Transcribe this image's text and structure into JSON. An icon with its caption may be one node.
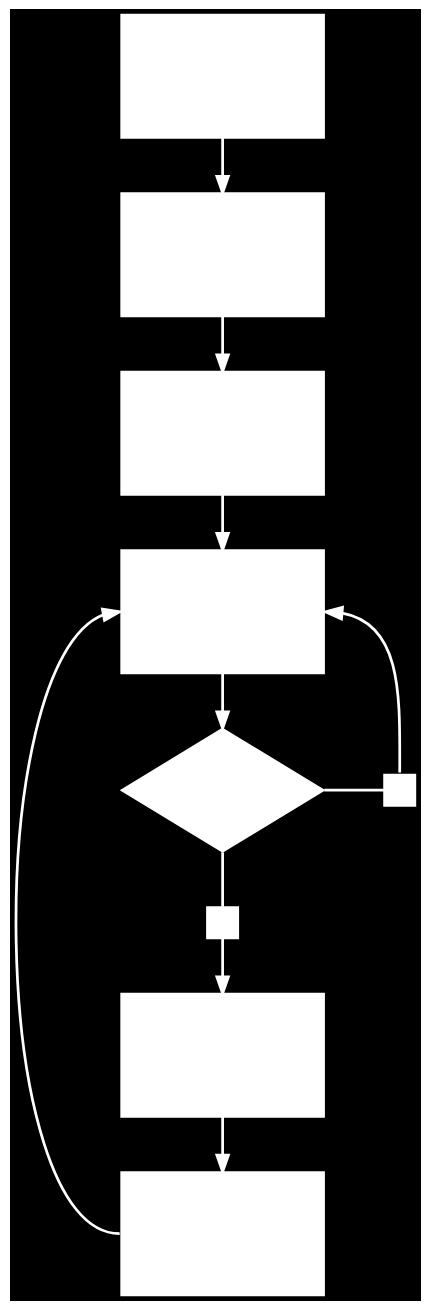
{
  "diagram": {
    "nodes": [
      {
        "text": [],
        "shape": "box"
      },
      {
        "text": [],
        "shape": "box"
      },
      {
        "text": [],
        "shape": "box"
      },
      {
        "text": [],
        "shape": "box"
      },
      {
        "text": [],
        "shape": "diamond"
      },
      {
        "text": [],
        "shape": "box"
      },
      {
        "text": [],
        "shape": "box"
      },
      {
        "text": [],
        "shape": "box"
      },
      {
        "text": [],
        "shape": "box"
      }
    ],
    "edges": [
      {
        "from": 0,
        "to": 1,
        "arrow": "to"
      },
      {
        "from": 1,
        "to": 2,
        "arrow": "to"
      },
      {
        "from": 2,
        "to": 3,
        "arrow": "to"
      },
      {
        "from": 3,
        "to": 4,
        "arrow": "to"
      },
      {
        "from": 4,
        "to": 5,
        "arrow": "none"
      },
      {
        "from": 5,
        "to": 3,
        "arrow": "to"
      },
      {
        "from": 4,
        "to": 6,
        "arrow": "none"
      },
      {
        "from": 6,
        "to": 7,
        "arrow": "to"
      },
      {
        "from": 7,
        "to": 8,
        "arrow": "to"
      },
      {
        "from": 8,
        "to": 3,
        "arrow": "to"
      }
    ]
  }
}
